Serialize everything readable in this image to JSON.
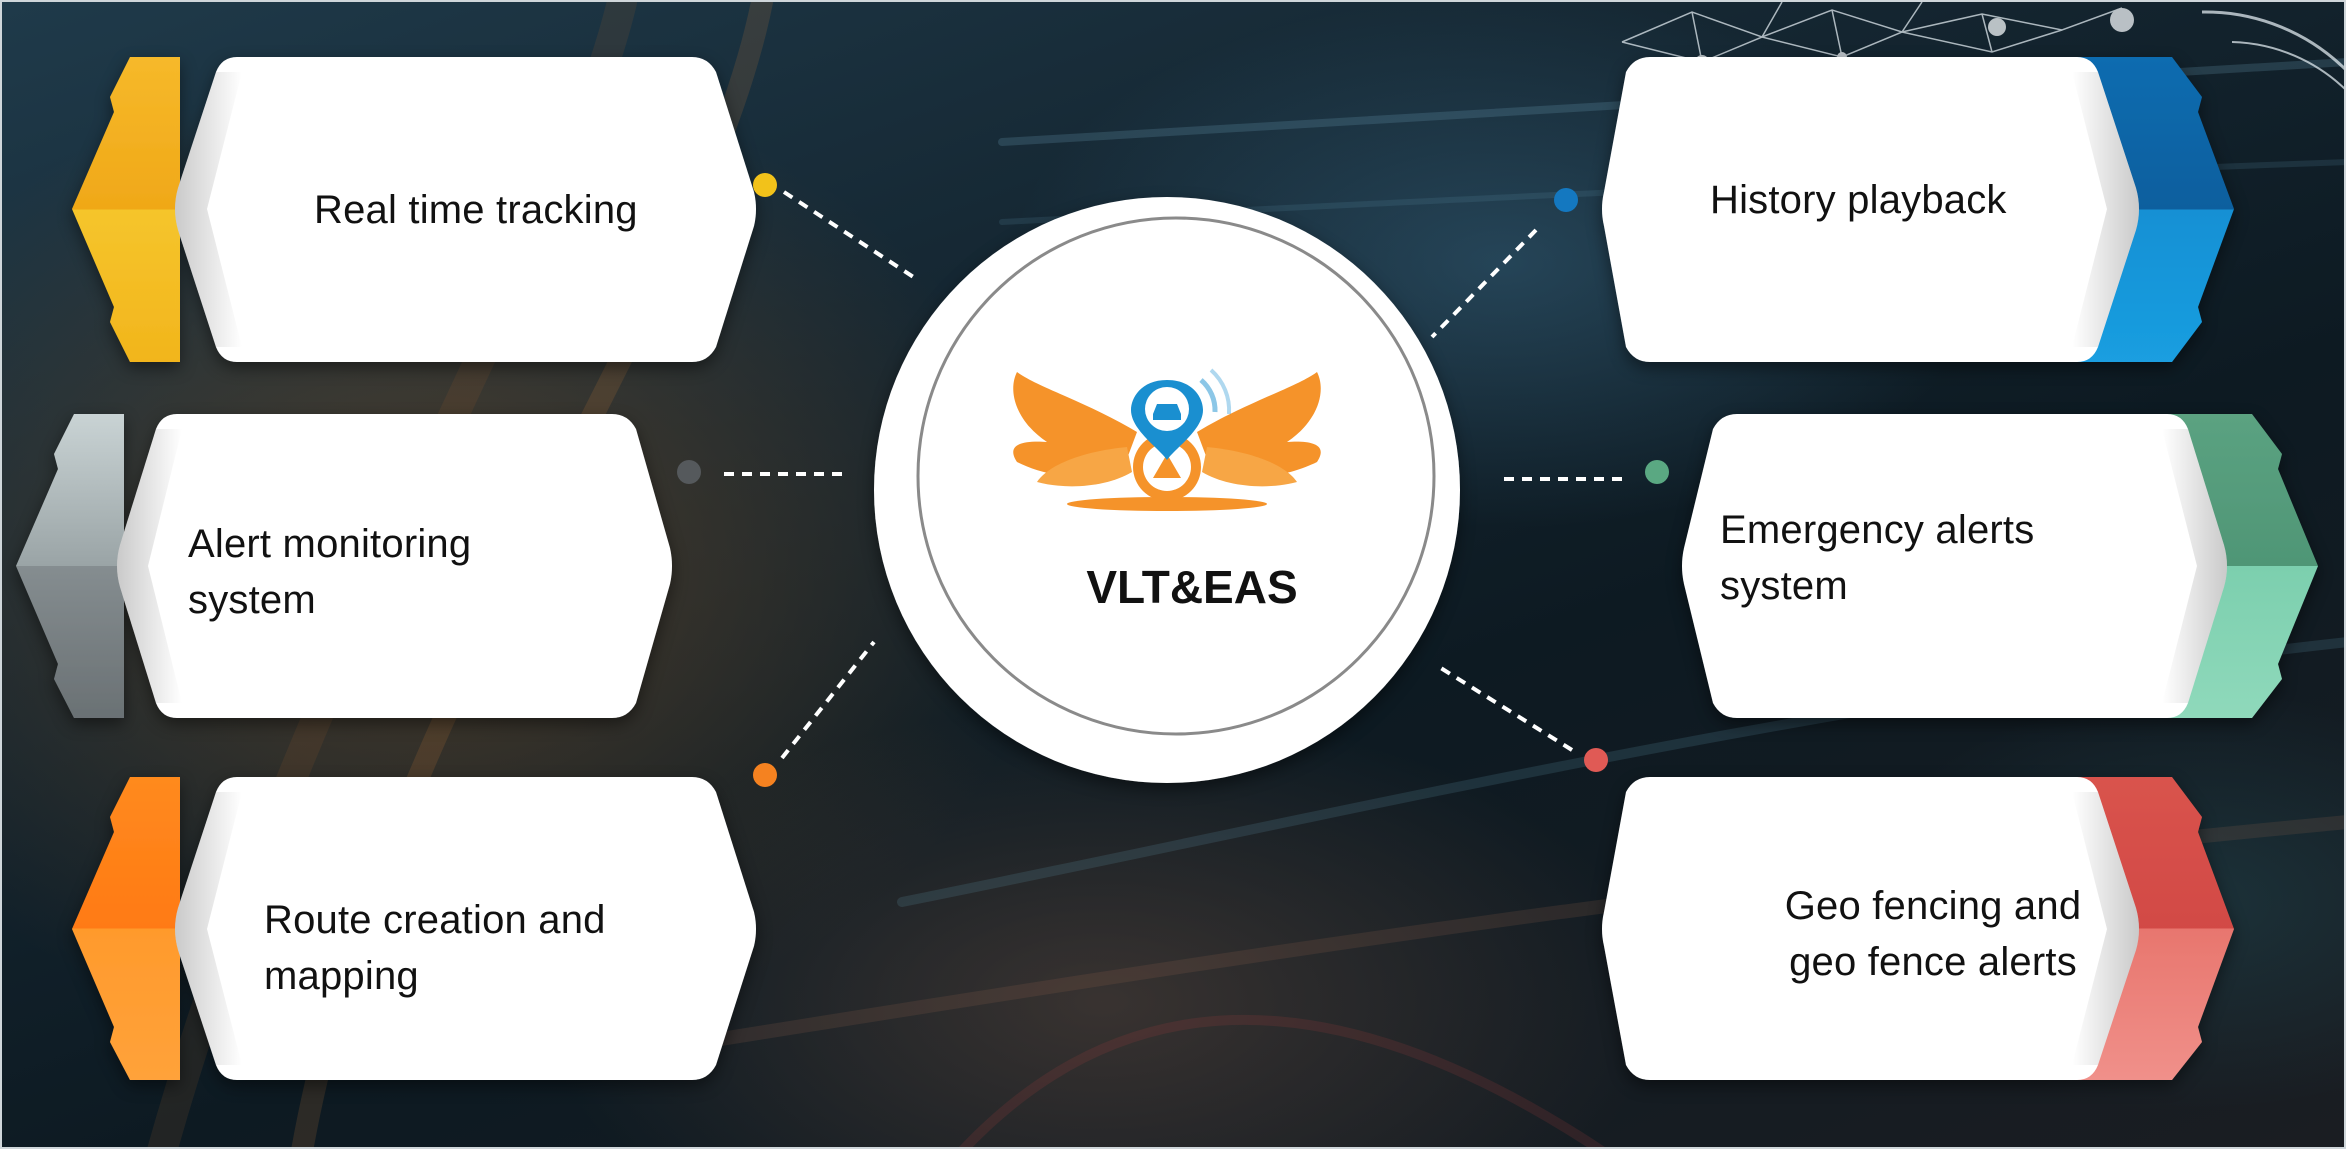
{
  "center": {
    "title": "VLT&EAS",
    "logo": "winged-car-location-pin-logo"
  },
  "features_left": [
    {
      "label_line1": "Real time tracking",
      "label_line2": "",
      "accent": "#f2b51c",
      "dot_color": "#f2c21a"
    },
    {
      "label_line1": "Alert monitoring",
      "label_line2": "system",
      "accent": "#8d9799",
      "dot_color": "#55595c"
    },
    {
      "label_line1": "Route creation and",
      "label_line2": "mapping",
      "accent": "#ff8a1e",
      "dot_color": "#f58220"
    }
  ],
  "features_right": [
    {
      "label_line1": "History playback",
      "label_line2": "",
      "accent": "#1580c6",
      "dot_color": "#1478c0"
    },
    {
      "label_line1": "Emergency alerts",
      "label_line2": "system",
      "accent": "#6fb896",
      "dot_color": "#5aa882"
    },
    {
      "label_line1": "Geo fencing and",
      "label_line2": "geo fence alerts",
      "accent": "#e06a62",
      "dot_color": "#e05a55"
    }
  ],
  "colors": {
    "card_fill": "#ffffff",
    "circle_ring": "#8a8a8a",
    "logo_orange": "#f5932a",
    "logo_blue": "#1a8fd0"
  }
}
